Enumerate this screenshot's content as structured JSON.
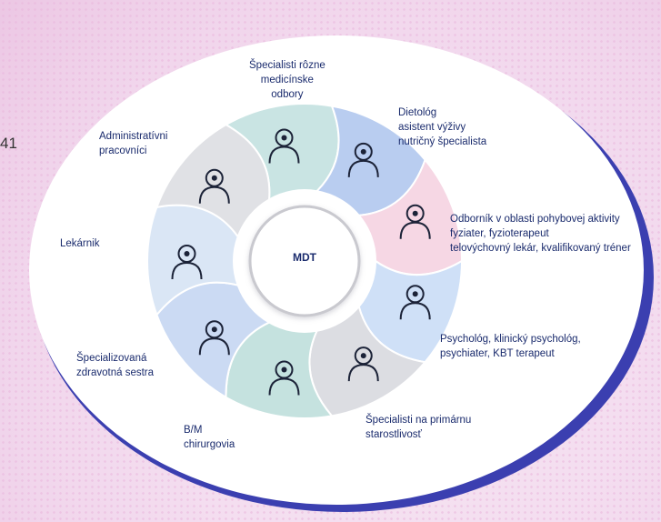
{
  "page_number": "41",
  "center": {
    "label": "MDT"
  },
  "segments": [
    {
      "id": "specialists",
      "icon": "doctor-icon",
      "color": "#c9e4e3",
      "lines": [
        "Špecialisti rôzne",
        "medicínske",
        "odbory"
      ]
    },
    {
      "id": "dietitian",
      "icon": "nutrition-kcal-icon",
      "color": "#b9cdf0",
      "lines": [
        "Dietológ",
        "asistent výživy",
        "nutričný špecialista"
      ]
    },
    {
      "id": "movement",
      "icon": "fitness-trainer-icon",
      "color": "#f6d7e4",
      "lines": [
        "Odborník v oblasti pohybovej aktivity",
        "fyziater, fyzioterapeut",
        "telovýchovný lekár, kvalifikovaný tréner"
      ]
    },
    {
      "id": "psychologist",
      "icon": "psychologist-brain-icon",
      "color": "#cfe0f7",
      "lines": [
        "Psychológ, klinický psychológ,",
        "psychiater, KBT terapeut"
      ]
    },
    {
      "id": "primary-care",
      "icon": "heart-hands-icon",
      "color": "#dcdde2",
      "lines": [
        "Špecialisti na primárnu",
        "starostlivosť"
      ]
    },
    {
      "id": "surgeons",
      "icon": "stomach-icon",
      "color": "#c5e2df",
      "lines": [
        "B/M",
        "chirurgovia"
      ]
    },
    {
      "id": "nurse",
      "icon": "nurse-icon",
      "color": "#cbdaf3",
      "lines": [
        "Špecializovaná",
        "zdravotná sestra"
      ]
    },
    {
      "id": "pharmacist",
      "icon": "pharmacist-icon",
      "color": "#dae6f5",
      "lines": [
        "Lekárnik"
      ]
    },
    {
      "id": "admin",
      "icon": "admin-gears-icon",
      "color": "#e0e1e5",
      "lines": [
        "Administratívni",
        "pracovníci"
      ]
    }
  ]
}
